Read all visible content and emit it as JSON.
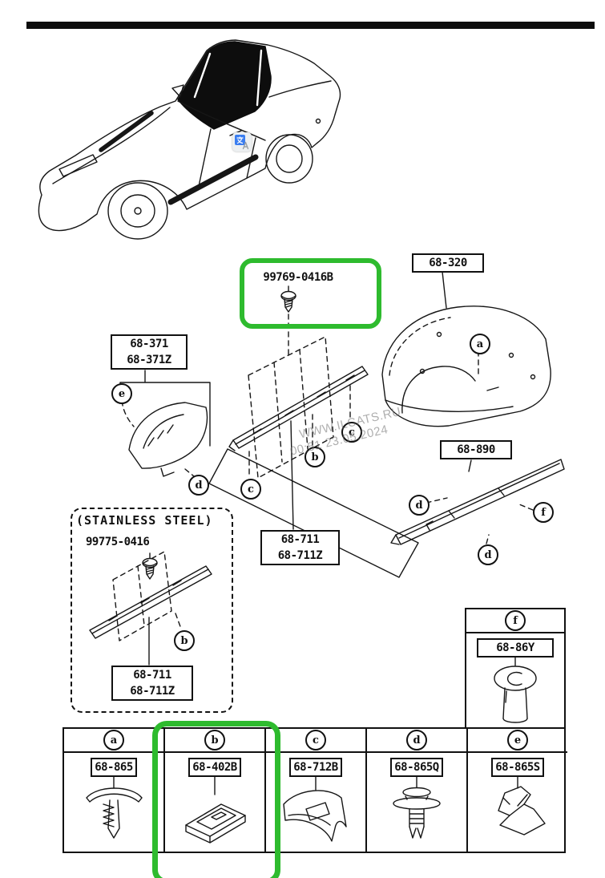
{
  "colors": {
    "highlight": "#2ebb2e",
    "line": "#161616",
    "watermark_gray": "#6e6e6e"
  },
  "watermark": {
    "line1": "WWW.ILCATS.RU",
    "line2": "00:51 23.05.2024"
  },
  "diagram": {
    "labels": {
      "top_screw": "99769-0416B",
      "rear_package_panel": "68-320",
      "quarter_trim": {
        "line1": "68-371",
        "line2": "68-371Z"
      },
      "scuff_plate": {
        "line1": "68-711",
        "line2": "68-711Z"
      },
      "stainless_heading": "(STAINLESS STEEL)",
      "stainless_screw": "99775-0416",
      "stainless_scuff_plate": {
        "line1": "68-711",
        "line2": "68-711Z"
      },
      "sill_garnish": "68-890"
    },
    "callout_letters": {
      "a": "a",
      "b": "b",
      "c": "c",
      "d": "d",
      "e": "e",
      "f": "f"
    }
  },
  "fastener_table": {
    "f_cell": {
      "letter": "f",
      "part": "68-86Y",
      "icon": "grommet-icon"
    },
    "columns": [
      {
        "letter": "a",
        "part": "68-865",
        "icon": "push-screw-icon",
        "highlighted": false
      },
      {
        "letter": "b",
        "part": "68-402B",
        "icon": "slide-clip-icon",
        "highlighted": true
      },
      {
        "letter": "c",
        "part": "68-712B",
        "icon": "cover-clip-icon",
        "highlighted": false
      },
      {
        "letter": "d",
        "part": "68-865Q",
        "icon": "push-rivet-icon",
        "highlighted": false
      },
      {
        "letter": "e",
        "part": "68-865S",
        "icon": "spring-clip-icon",
        "highlighted": false
      }
    ]
  },
  "overlay": {
    "translate_icon": "translate-extension-icon"
  }
}
